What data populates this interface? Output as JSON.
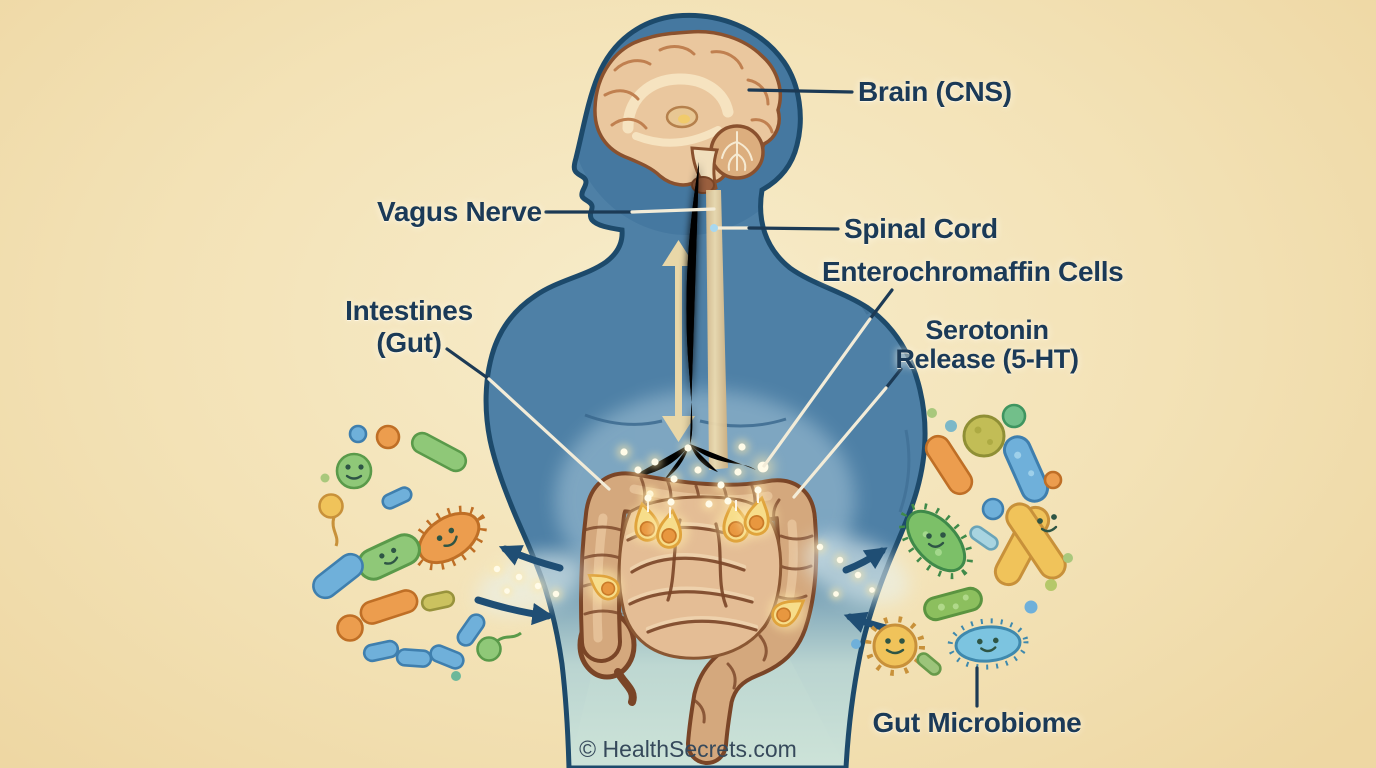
{
  "labels": {
    "brain": "Brain (CNS)",
    "vagus": "Vagus Nerve",
    "spinal": "Spinal Cord",
    "entero": "Enterochromaffin Cells",
    "intestines_line1": "Intestines",
    "intestines_line2": "(Gut)",
    "serotonin_line1": "Serotonin",
    "serotonin_line2": "Release (5-HT)",
    "microbiome": "Gut Microbiome",
    "watermark": "© HealthSecrets.com"
  },
  "palette": {
    "background_center": "#f7ecca",
    "background_mid": "#f3e2b6",
    "background_edge": "#eed7a3",
    "body_fill": "#4e80a6",
    "body_outline": "#1d4a6b",
    "body_shade": "#3b6f99",
    "lower_fade": "#cde3d8",
    "brain_fill": "#eac79e",
    "brain_outline": "#8a512e",
    "brain_gyri": "#c08050",
    "brain_inner": "#f6e3c0",
    "cerebellum_fill": "#dcae7e",
    "spine_band": "#c9a878",
    "spine_core": "#eedcb0",
    "nerve_blue": "#57c2f2",
    "nerve_core": "#eafaff",
    "arrow_cream": "#e9d7a8",
    "gut_fill": "#d4a87d",
    "gut_outline": "#7a4527",
    "gut_highlight": "#e9c69d",
    "small_intestine": "#e4bd95",
    "cell_yellow": "#f7dd8a",
    "cell_stroke": "#e0a43c",
    "cell_dot": "#e8973f",
    "glow_white": "#fffbe8",
    "glow_halo": "#ffe9a8",
    "arrow_navy": "#1f4e74",
    "leader_dark": "#1c3a55",
    "leader_light": "#f3ecd8",
    "label_color": "#1b3a57",
    "watermark_color": "#36495b",
    "bact_green": "#8fc878",
    "bact_green_dark": "#5a9a4a",
    "bact_blue": "#6fb0da",
    "bact_blue_dark": "#3f7fae",
    "bact_orange": "#ec9d4e",
    "bact_orange_dark": "#bf6f26",
    "bact_yellow": "#f0c35a",
    "bact_yellow_dark": "#c8913a",
    "bact_olive": "#c2bd56",
    "face_color": "#2e5545"
  }
}
